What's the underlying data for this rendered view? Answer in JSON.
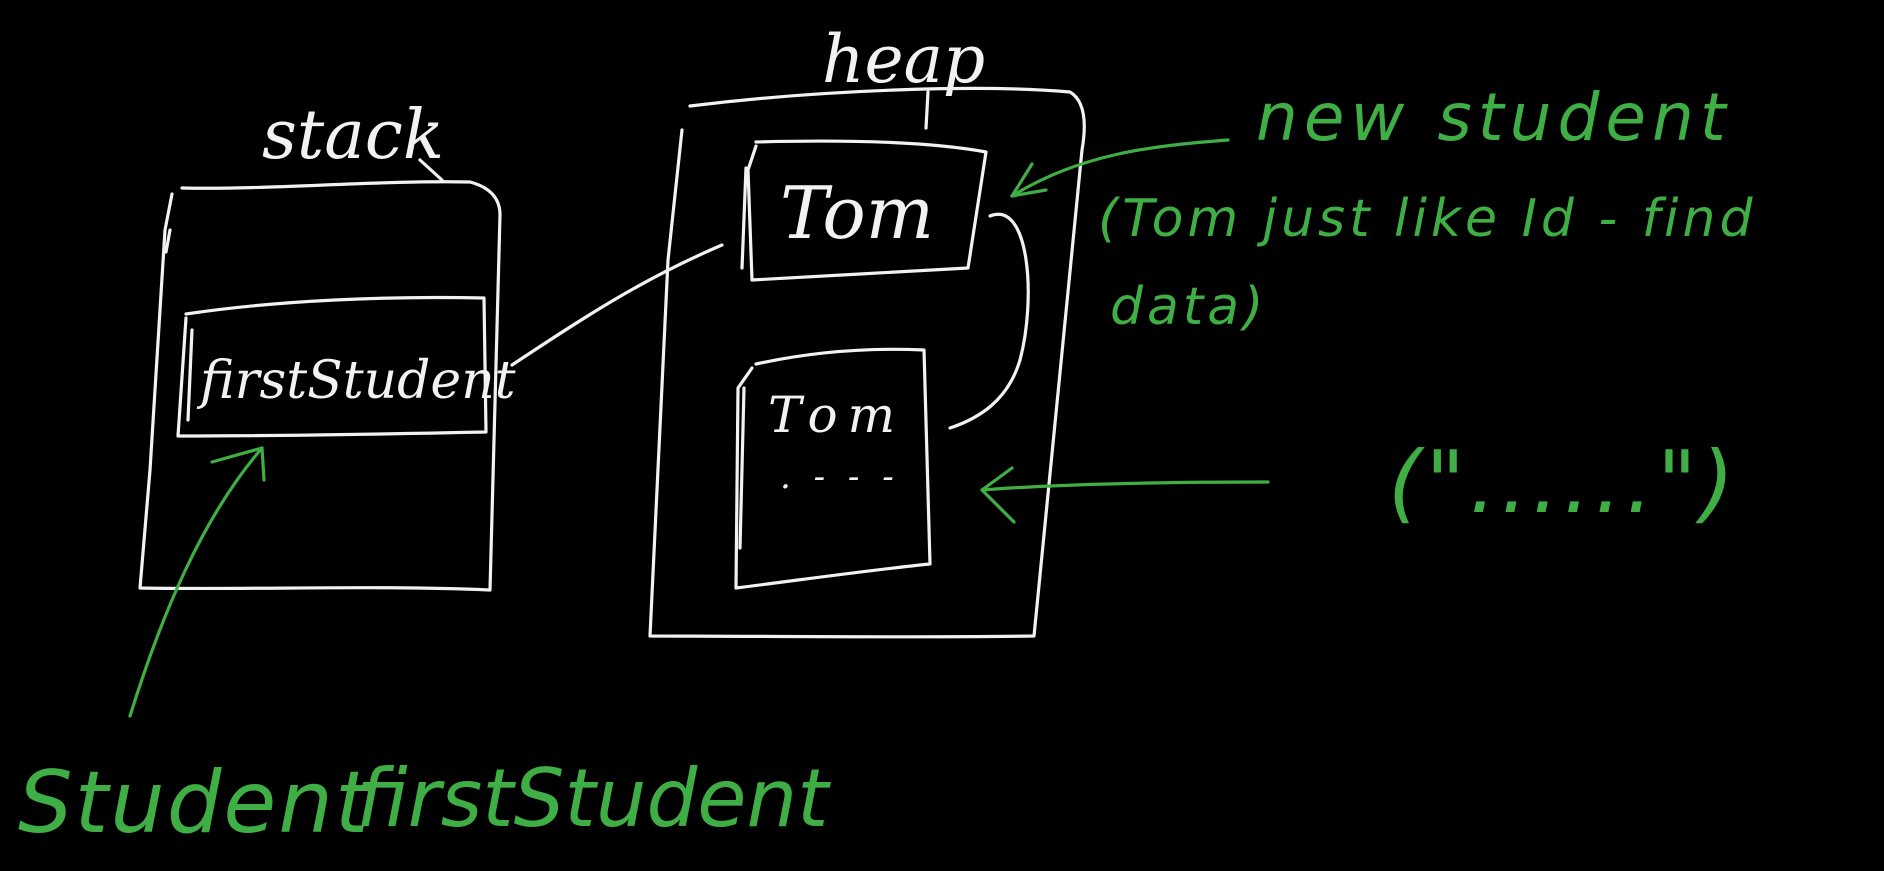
{
  "colors": {
    "background": "#000000",
    "chalk_white": "#f2f2f2",
    "chalk_green": "#3fae45"
  },
  "stack": {
    "title": "stack",
    "variable": "firstStudent"
  },
  "heap": {
    "title": "heap",
    "reference_label": "Tom",
    "object_name": "Tom",
    "object_fields": ". - - -"
  },
  "annotations": {
    "new_student": "new student",
    "explanation_line1": "(Tom just like Id - find",
    "explanation_line2": "data)",
    "constructor_args": "(\"......\")",
    "declaration_type": "Student",
    "declaration_name": "firstStudent"
  }
}
